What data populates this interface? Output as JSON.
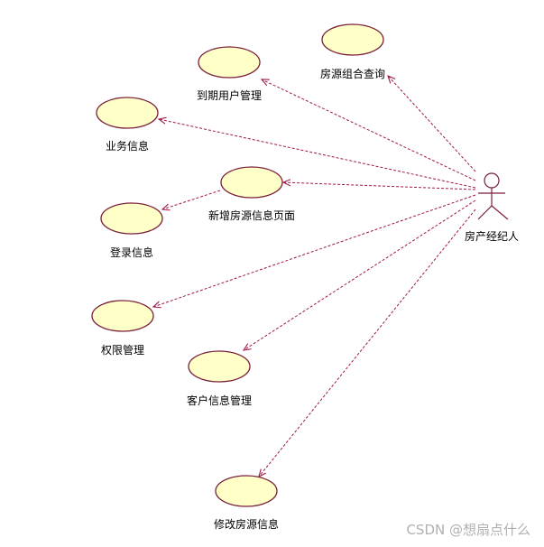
{
  "diagram": {
    "actor": {
      "label": "房产经纪人"
    },
    "use_cases": [
      {
        "id": "combo-query",
        "label": "房源组合查询"
      },
      {
        "id": "expired-user",
        "label": "到期用户管理"
      },
      {
        "id": "business-info",
        "label": "业务信息"
      },
      {
        "id": "new-listing",
        "label": "新增房源信息页面"
      },
      {
        "id": "login-info",
        "label": "登录信息"
      },
      {
        "id": "permission",
        "label": "权限管理"
      },
      {
        "id": "customer-info",
        "label": "客户信息管理"
      },
      {
        "id": "edit-listing",
        "label": "修改房源信息"
      }
    ],
    "colors": {
      "use_case_fill": "#ffffc8",
      "use_case_stroke": "#7a1f3a",
      "association": "#a0174a",
      "actor_stroke": "#7a1f3a"
    }
  },
  "watermark": {
    "text": "CSDN @想扇点什么"
  }
}
